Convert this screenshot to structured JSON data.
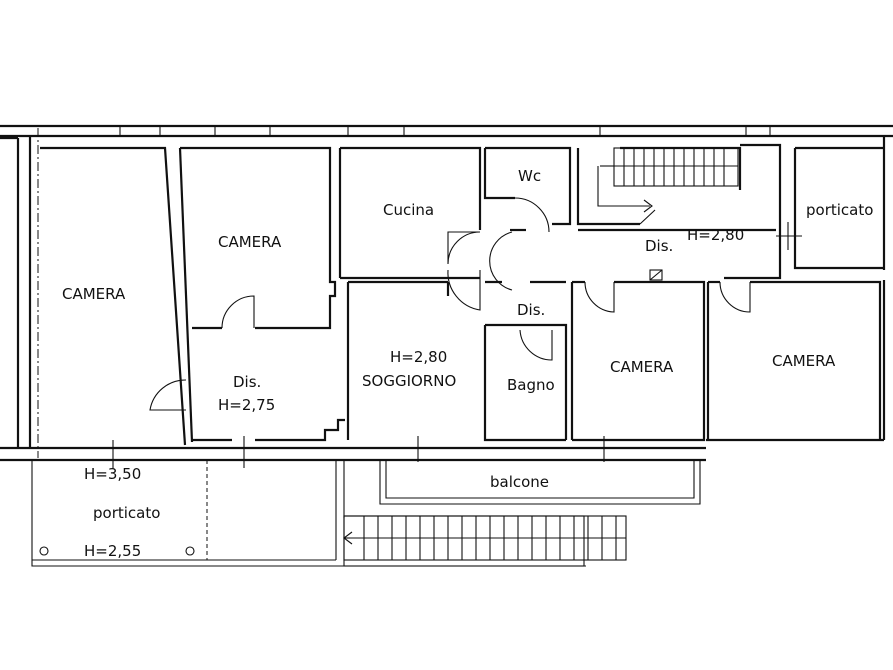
{
  "rooms": {
    "camera_left": "CAMERA",
    "camera_upper": "CAMERA",
    "cucina": "Cucina",
    "wc": "Wc",
    "dis_stairs": "Dis.",
    "height_stairs": "H=2,80",
    "porticato_right": "porticato",
    "dis_center": "Dis.",
    "height_living": "H=2,80",
    "soggiorno": "SOGGIORNO",
    "bagno": "Bagno",
    "camera_mid": "CAMERA",
    "camera_right": "CAMERA",
    "dis_left": "Dis.",
    "height_left": "H=2,75",
    "balcone": "balcone",
    "height_porch_top": "H=3,50",
    "porticato_bottom": "porticato",
    "height_porch_bottom": "H=2,55"
  }
}
